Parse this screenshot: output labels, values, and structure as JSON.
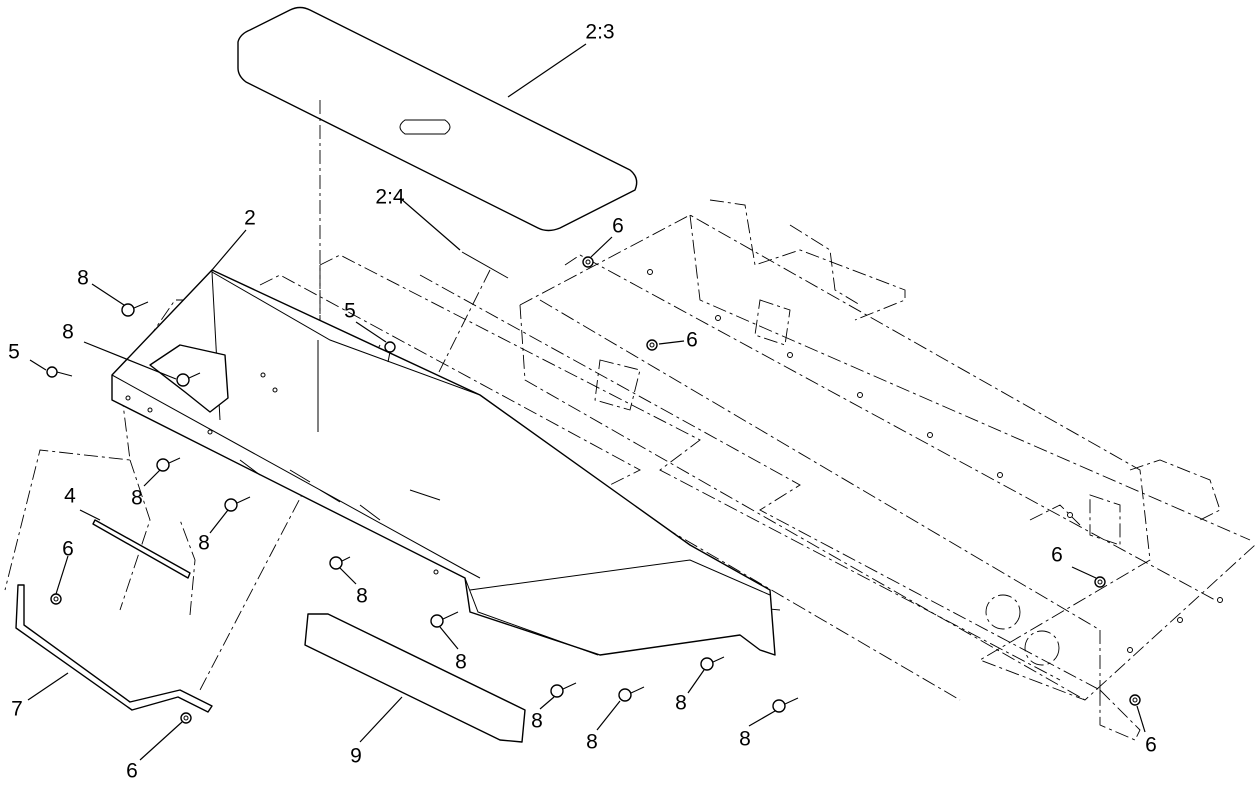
{
  "diagram": {
    "callouts": [
      {
        "id": "c-2-3",
        "label": "2:3"
      },
      {
        "id": "c-2-4",
        "label": "2:4"
      },
      {
        "id": "c-2",
        "label": "2"
      },
      {
        "id": "c-8-a",
        "label": "8"
      },
      {
        "id": "c-8-b",
        "label": "8"
      },
      {
        "id": "c-5-a",
        "label": "5"
      },
      {
        "id": "c-5-b",
        "label": "5"
      },
      {
        "id": "c-6-a",
        "label": "6"
      },
      {
        "id": "c-6-b",
        "label": "6"
      },
      {
        "id": "c-6-c",
        "label": "6"
      },
      {
        "id": "c-6-d",
        "label": "6"
      },
      {
        "id": "c-6-e",
        "label": "6"
      },
      {
        "id": "c-6-f",
        "label": "6"
      },
      {
        "id": "c-4",
        "label": "4"
      },
      {
        "id": "c-8-c",
        "label": "8"
      },
      {
        "id": "c-8-d",
        "label": "8"
      },
      {
        "id": "c-8-e",
        "label": "8"
      },
      {
        "id": "c-8-f",
        "label": "8"
      },
      {
        "id": "c-8-g",
        "label": "8"
      },
      {
        "id": "c-8-h",
        "label": "8"
      },
      {
        "id": "c-8-i",
        "label": "8"
      },
      {
        "id": "c-8-j",
        "label": "8"
      },
      {
        "id": "c-7",
        "label": "7"
      },
      {
        "id": "c-9",
        "label": "9"
      }
    ]
  }
}
